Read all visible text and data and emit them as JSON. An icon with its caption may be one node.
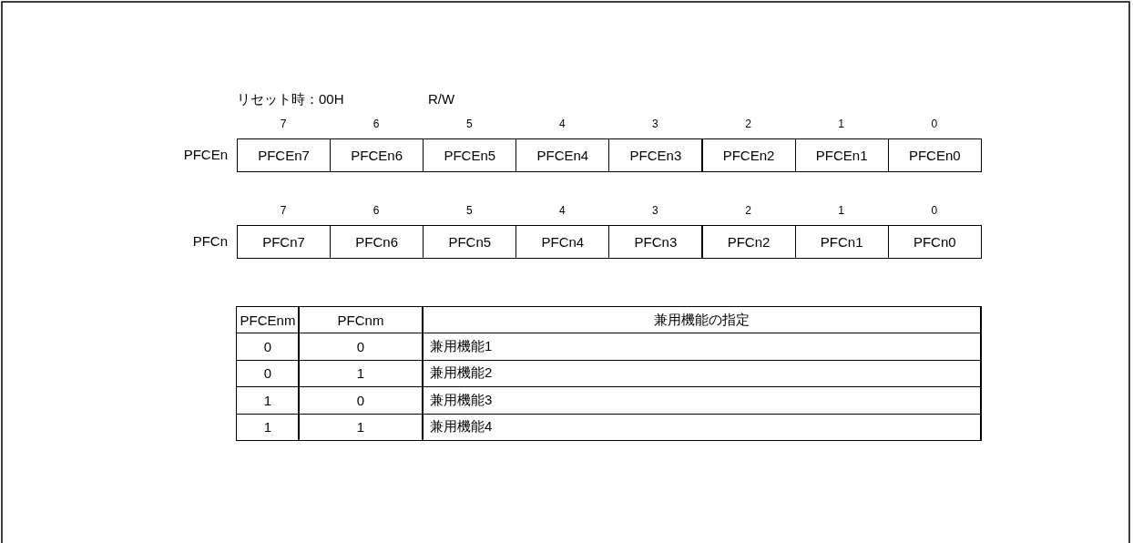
{
  "diagram": {
    "labels": [
      "リセット時：00H",
      "R/W",
      "7",
      "6",
      "5",
      "4",
      "3",
      "2",
      "1",
      "0",
      "PFCEn",
      "PFCEn7",
      "PFCEn6",
      "PFCEn5",
      "PFCEn4",
      "PFCEn3",
      "PFCEn2",
      "PFCEn1",
      "PFCEn0",
      "7",
      "6",
      "5",
      "4",
      "3",
      "2",
      "1",
      "0",
      "PFCn",
      "PFCn7",
      "PFCn6",
      "PFCn5",
      "PFCn4",
      "PFCn3",
      "PFCn2",
      "PFCn1",
      "PFCn0",
      "PFCEnm",
      "PFCnm",
      "兼用機能の指定",
      "0",
      "0",
      "兼用機能1",
      "0",
      "1",
      "兼用機能2",
      "1",
      "0",
      "兼用機能3",
      "1",
      "1",
      "兼用機能4"
    ]
  }
}
